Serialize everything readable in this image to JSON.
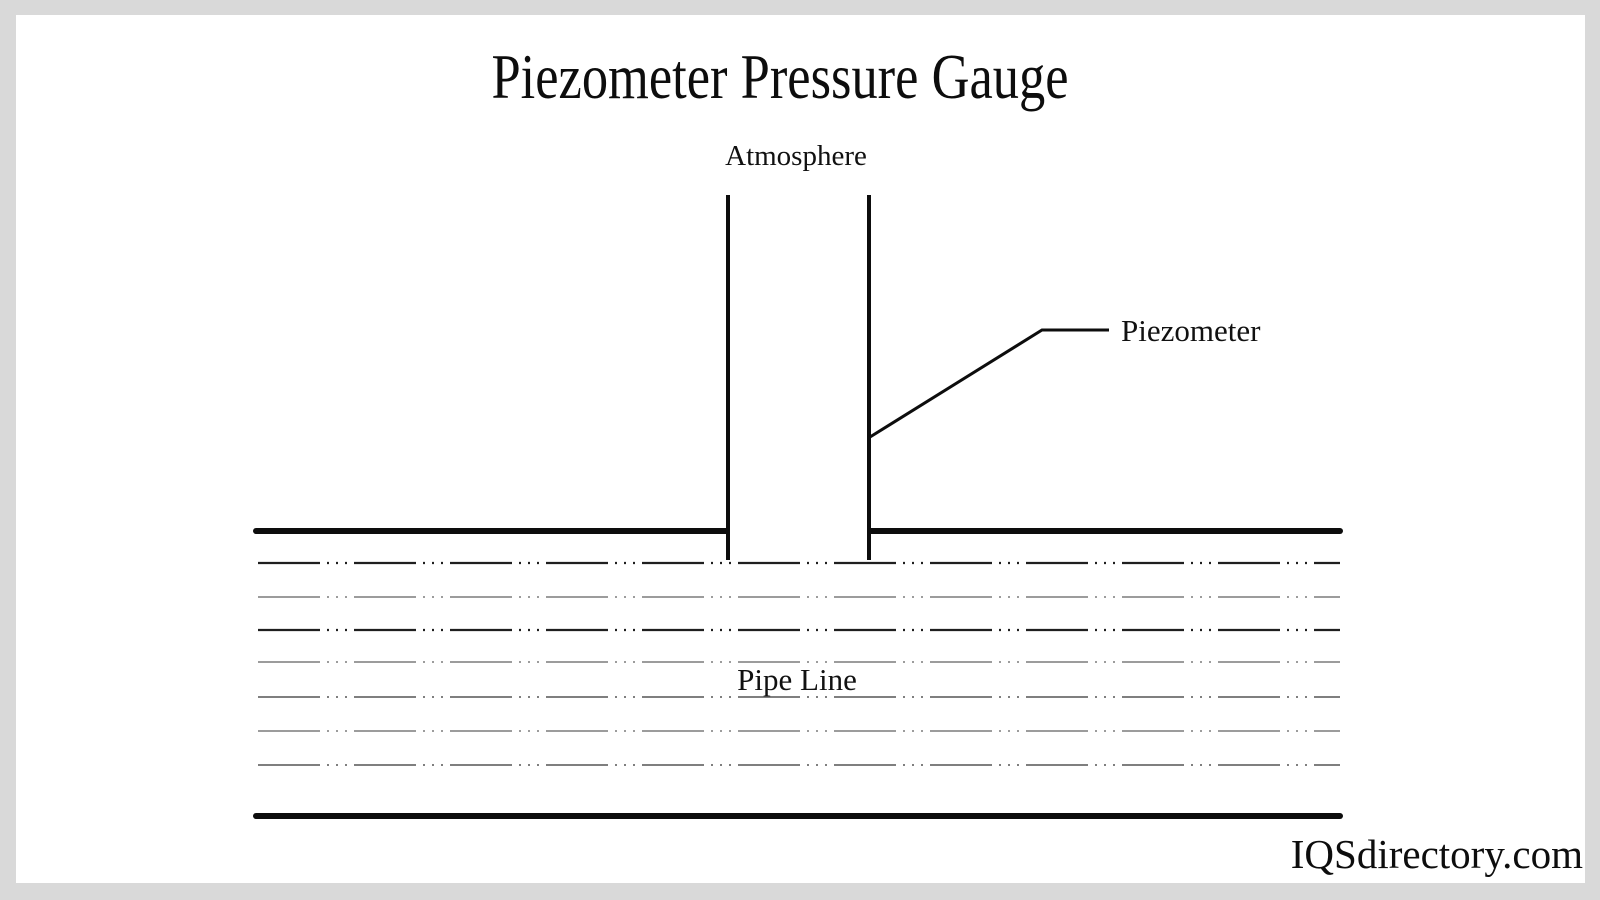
{
  "diagram": {
    "title": "Piezometer Pressure Gauge",
    "labels": {
      "atmosphere": "Atmosphere",
      "piezometer": "Piezometer",
      "pipe_line": "Pipe Line"
    },
    "watermark": "IQSdirectory.com",
    "colors": {
      "line": "#0d0d0d",
      "dash_dark": "#1f1f1f",
      "dash_gray": "#9c9c9c",
      "dash_mid": "#7f7f7f",
      "frame_gray": "#d9d9d9",
      "canvas_white": "#ffffff"
    }
  }
}
